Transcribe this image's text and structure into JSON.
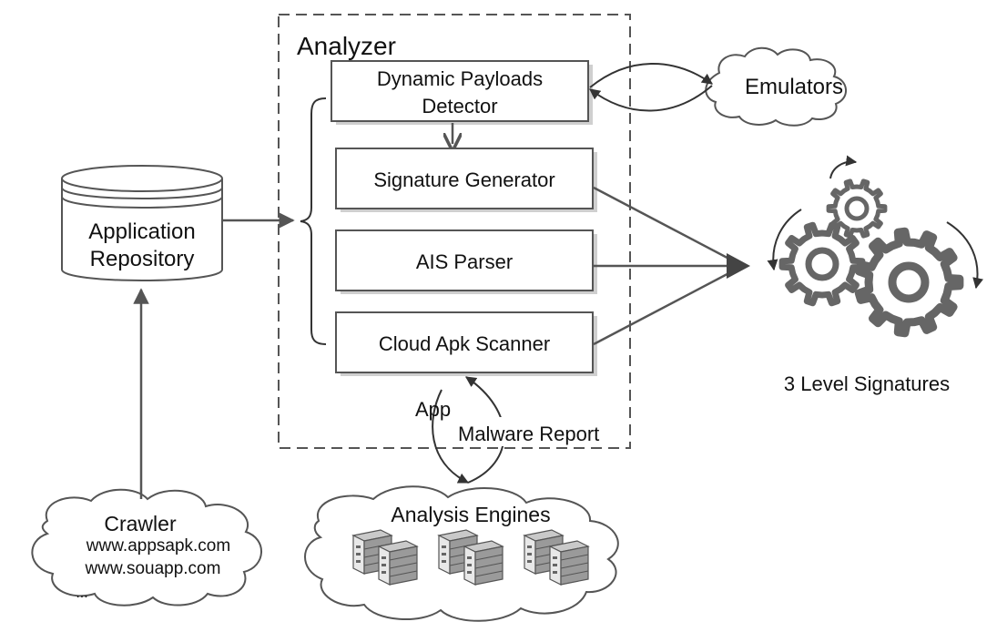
{
  "analyzer": {
    "title": "Analyzer",
    "modules": {
      "dynamic_payloads_detector": [
        "Dynamic Payloads",
        "Detector"
      ],
      "signature_generator": "Signature Generator",
      "ais_parser": "AIS Parser",
      "cloud_apk_scanner": "Cloud Apk Scanner"
    }
  },
  "emulators": "Emulators",
  "repository": [
    "Application",
    "Repository"
  ],
  "crawler": {
    "title": "Crawler",
    "sites": [
      "www.appsapk.com",
      "www.souapp.com",
      "..."
    ]
  },
  "analysis_engines": "Analysis Engines",
  "flows": {
    "app": "App",
    "malware_report": "Malware Report"
  },
  "signatures_label": "3 Level Signatures"
}
